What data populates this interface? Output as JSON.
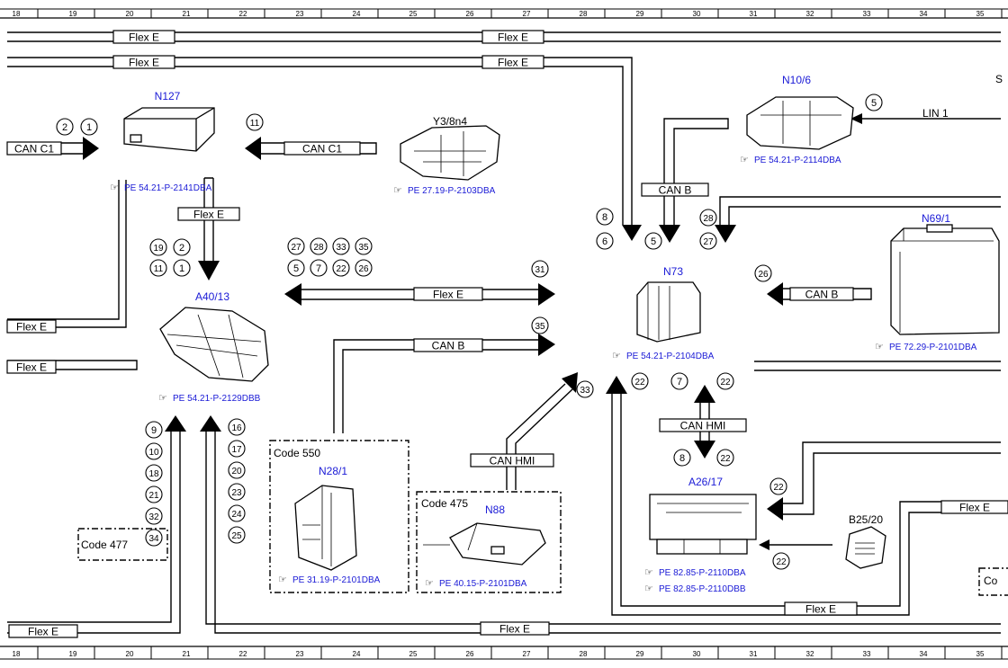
{
  "ruler": {
    "labels": [
      "18",
      "19",
      "20",
      "21",
      "22",
      "23",
      "24",
      "25",
      "26",
      "27",
      "28",
      "29",
      "30",
      "31",
      "32",
      "33",
      "34",
      "35"
    ]
  },
  "buses": {
    "flex_e": "Flex E",
    "can_c1": "CAN C1",
    "can_b": "CAN B",
    "can_hmi": "CAN HMI",
    "lin_1": "LIN 1"
  },
  "components": {
    "n127": {
      "label": "N127",
      "ref": "PE 54.21-P-2141DBA"
    },
    "y3_8n4": {
      "label": "Y3/8n4",
      "ref": "PE 27.19-P-2103DBA"
    },
    "n10_6": {
      "label": "N10/6",
      "ref": "PE 54.21-P-2114DBA"
    },
    "a40_13": {
      "label": "A40/13",
      "ref": "PE 54.21-P-2129DBB"
    },
    "n73": {
      "label": "N73",
      "ref": "PE 54.21-P-2104DBA"
    },
    "n69_1": {
      "label": "N69/1",
      "ref": "PE 72.29-P-2101DBA"
    },
    "n28_1": {
      "label": "N28/1",
      "ref": "PE 31.19-P-2101DBA",
      "code": "Code 550"
    },
    "n88": {
      "label": "N88",
      "ref": "PE 40.15-P-2101DBA",
      "code": "Code 475"
    },
    "a26_17": {
      "label": "A26/17",
      "ref1": "PE 82.85-P-2110DBA",
      "ref2": "PE 82.85-P-2110DBB"
    },
    "b25_20": {
      "label": "B25/20"
    },
    "code_477": {
      "label": "Code 477"
    },
    "edge_co": {
      "label": "Co"
    },
    "edge_s": {
      "label": "S"
    }
  },
  "numbers": {
    "n127_in": [
      "2",
      "1"
    ],
    "n127_can_c1": "11",
    "a40_in_top": [
      "19",
      "2",
      "11",
      "1"
    ],
    "center_top": [
      "27",
      "28",
      "33",
      "35",
      "5",
      "7",
      "22",
      "26"
    ],
    "flex_right": "31",
    "can_b_right": "35",
    "can_hmi_n88": "33",
    "n10_lin": "5",
    "n73_top": [
      "8",
      "6",
      "5",
      "28",
      "27"
    ],
    "n69_can_b": "26",
    "n73_bottom_left": "22",
    "hmi_top": [
      "7",
      "22"
    ],
    "hmi_bottom": [
      "8",
      "22"
    ],
    "a26_flex": "22",
    "b25_20": "22",
    "a40_left": [
      "9",
      "10",
      "18",
      "21",
      "32",
      "34"
    ],
    "a40_right": [
      "16",
      "17",
      "20",
      "23",
      "24",
      "25"
    ]
  }
}
